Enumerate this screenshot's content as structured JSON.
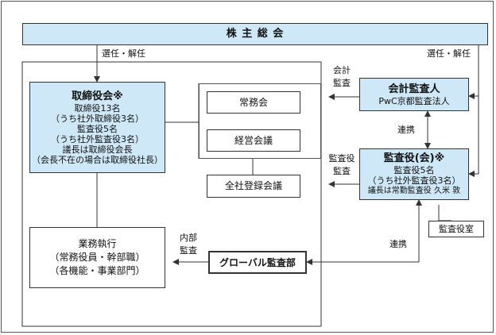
{
  "shareholders_meeting": "株 主 総 会",
  "elect_dismiss_left": "選任・解任",
  "elect_dismiss_right": "選任・解任",
  "board": {
    "title": "取締役会※",
    "lines": [
      "取締役13名",
      "（うち社外取締役3名）",
      "監査役5名",
      "（うち社外監査役3名）",
      "議長は取締役会長",
      "（会長不在の場合は取締役社長）"
    ]
  },
  "executive_committee": "常務会",
  "management_meeting": "経営会議",
  "all_company_meeting": "全社登録会議",
  "business_execution": {
    "lines": [
      "業務執行",
      "（常務役員・幹部職）",
      "（各機能・事業部門）"
    ]
  },
  "internal_audit_label": [
    "内部",
    "監査"
  ],
  "global_audit": "グローバル監査部",
  "accounting_auditor": {
    "title": "会計監査人",
    "sub": "PwC京都監査法人"
  },
  "accounting_audit_label": [
    "会計",
    "監査"
  ],
  "coordination_top": "連携",
  "auditors": {
    "title": "監査役(会)※",
    "lines": [
      "監査役5名",
      "（うち社外監査役3名）",
      "議長は常勤監査役 久米 敦"
    ]
  },
  "auditor_audit_label": [
    "監査役",
    "監査"
  ],
  "auditor_office": "監査役室",
  "coordination_bottom": "連携"
}
